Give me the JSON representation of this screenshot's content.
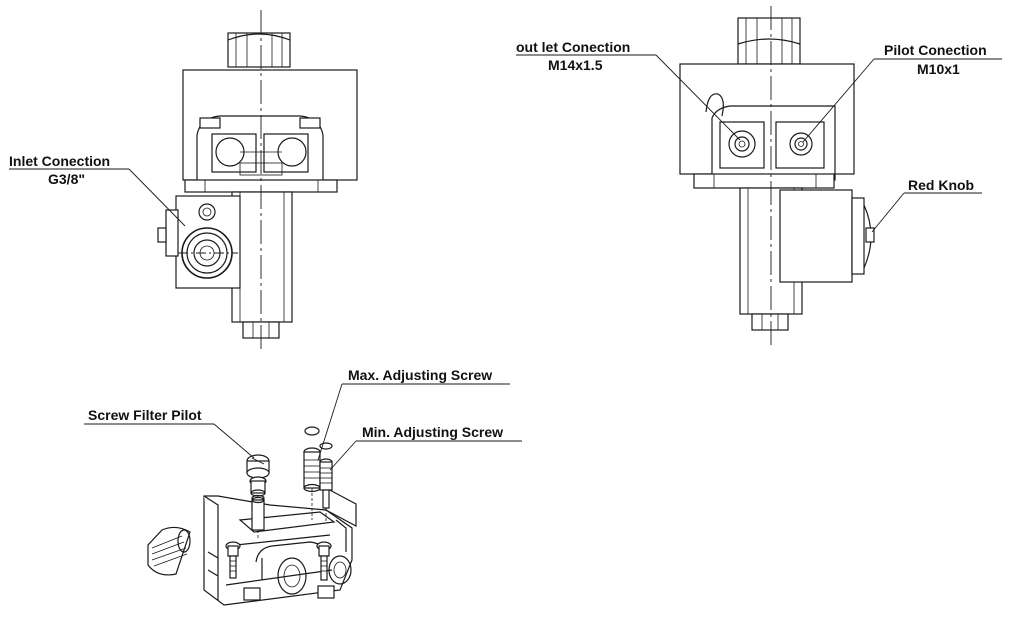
{
  "labels": {
    "inlet_connection": "Inlet Conection",
    "inlet_size": "G3/8\"",
    "outlet_connection": "out let Conection",
    "outlet_size": "M14x1.5",
    "pilot_connection": "Pilot Conection",
    "pilot_size": "M10x1",
    "red_knob": "Red Knob",
    "max_adjusting_screw": "Max. Adjusting Screw",
    "min_adjusting_screw": "Min. Adjusting Screw",
    "screw_filter_pilot": "Screw Filter Pilot"
  }
}
